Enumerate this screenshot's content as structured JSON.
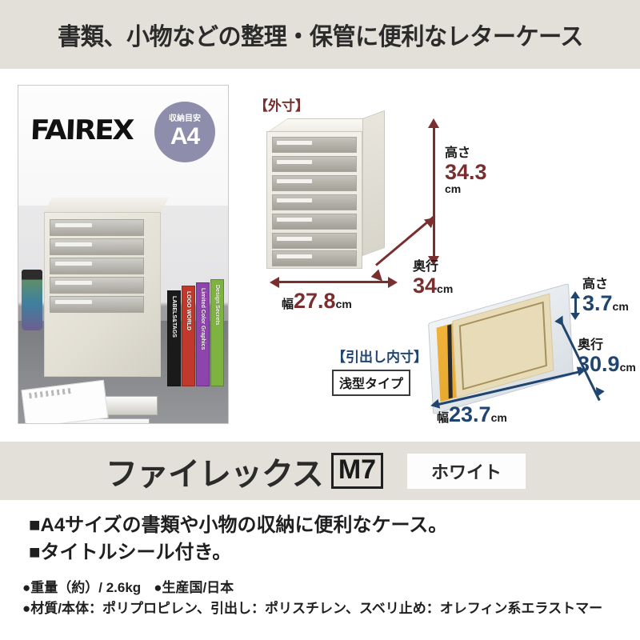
{
  "headline": "書類、小物などの整理・保管に便利なレターケース",
  "photo": {
    "brand_logo": "FAIREX",
    "badge": {
      "caption": "収納目安",
      "size": "A4"
    },
    "books": [
      {
        "title": "LABELS&TAGS",
        "color": "#1a1a1a"
      },
      {
        "title": "LOGO WORLD",
        "color": "#c0392b"
      },
      {
        "title": "Limited Color Graphics",
        "color": "#8e44ad"
      },
      {
        "title": "Design Secrets",
        "color": "#7fb341"
      }
    ]
  },
  "exterior": {
    "label": "【外寸】",
    "accent_color": "#7a2f2f",
    "height": {
      "label": "高さ",
      "value": "34.3",
      "unit": "cm"
    },
    "width": {
      "label": "幅",
      "value": "27.8",
      "unit": "cm"
    },
    "depth": {
      "label": "奥行",
      "value": "34",
      "unit": "cm"
    }
  },
  "interior": {
    "label": "【引出し内寸】",
    "type_chip": "浅型タイプ",
    "accent_color": "#20456f",
    "height": {
      "label": "高さ",
      "value": "3.7",
      "unit": "cm"
    },
    "width": {
      "label": "幅",
      "value": "23.7",
      "unit": "cm"
    },
    "depth": {
      "label": "奥行",
      "value": "30.9",
      "unit": "cm"
    }
  },
  "product": {
    "name": "ファイレックス",
    "model": "M7",
    "color_variant": "ホワイト"
  },
  "features": [
    "■A4サイズの書類や小物の収納に便利なケース。",
    "■タイトルシール付き。"
  ],
  "specs": {
    "weight_label": "●重量（約）/ 2.6kg",
    "origin_label": "●生産国/日本",
    "material_label": "●材質/本体：ポリプロピレン、引出し：ポリスチレン、スベリ止め：オレフィン系エラストマー"
  }
}
